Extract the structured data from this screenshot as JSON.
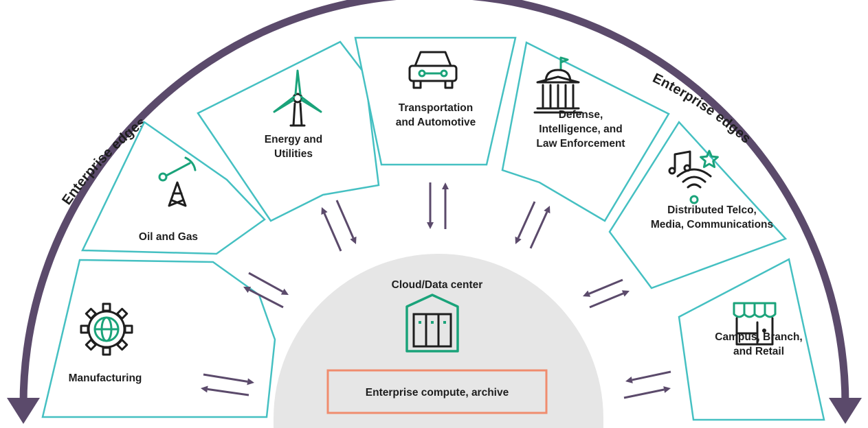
{
  "edges": {
    "left": "Enterprise edges",
    "right": "Enterprise edges"
  },
  "core": {
    "title": "Cloud/Data center",
    "box_label": "Enterprise compute, archive"
  },
  "segments": [
    {
      "label_lines": [
        "Manufacturing"
      ],
      "icon": "gear-globe-icon"
    },
    {
      "label_lines": [
        "Oil and Gas"
      ],
      "icon": "oil-derrick-icon"
    },
    {
      "label_lines": [
        "Energy and",
        "Utilities"
      ],
      "icon": "wind-turbine-icon"
    },
    {
      "label_lines": [
        "Transportation",
        "and Automotive"
      ],
      "icon": "car-icon"
    },
    {
      "label_lines": [
        "Defense,",
        "Intelligence, and",
        "Law Enforcement"
      ],
      "icon": "government-building-icon"
    },
    {
      "label_lines": [
        "Distributed Telco,",
        "Media, Communications"
      ],
      "icon": "music-wifi-star-icon"
    },
    {
      "label_lines": [
        "Campus, Branch,",
        "and Retail"
      ],
      "icon": "storefront-icon"
    }
  ],
  "colors": {
    "segment_border": "#45c0c2",
    "arc_arrow": "#5b4a6b",
    "core_fill": "#e6e6e6",
    "core_box_border": "#f08c6e",
    "icon_accent": "#1aa37a",
    "icon_dark": "#1e1e1e"
  }
}
